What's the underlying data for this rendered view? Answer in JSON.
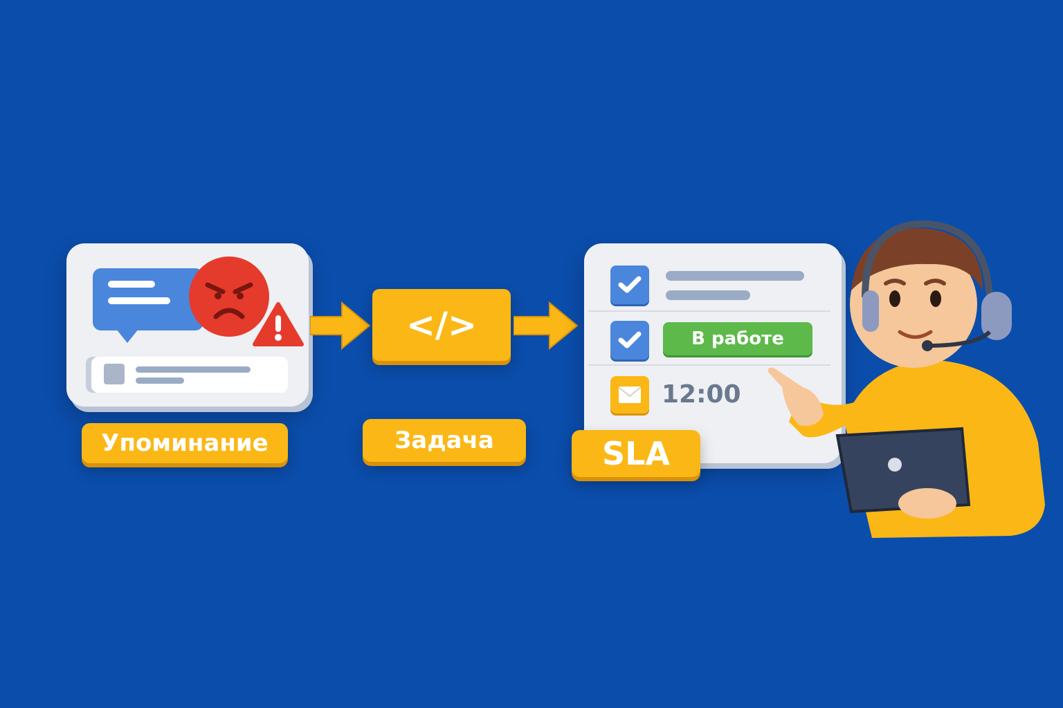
{
  "steps": {
    "mention": {
      "label": "Упоминание"
    },
    "task": {
      "label": "Задача",
      "code_glyph": "</>"
    },
    "sla": {
      "label": "SLA",
      "status": "В работе",
      "time": "12:00"
    }
  },
  "colors": {
    "background": "#0b4dab",
    "accent": "#fbb715",
    "status": "#5db94a",
    "alert": "#e53b2c"
  }
}
